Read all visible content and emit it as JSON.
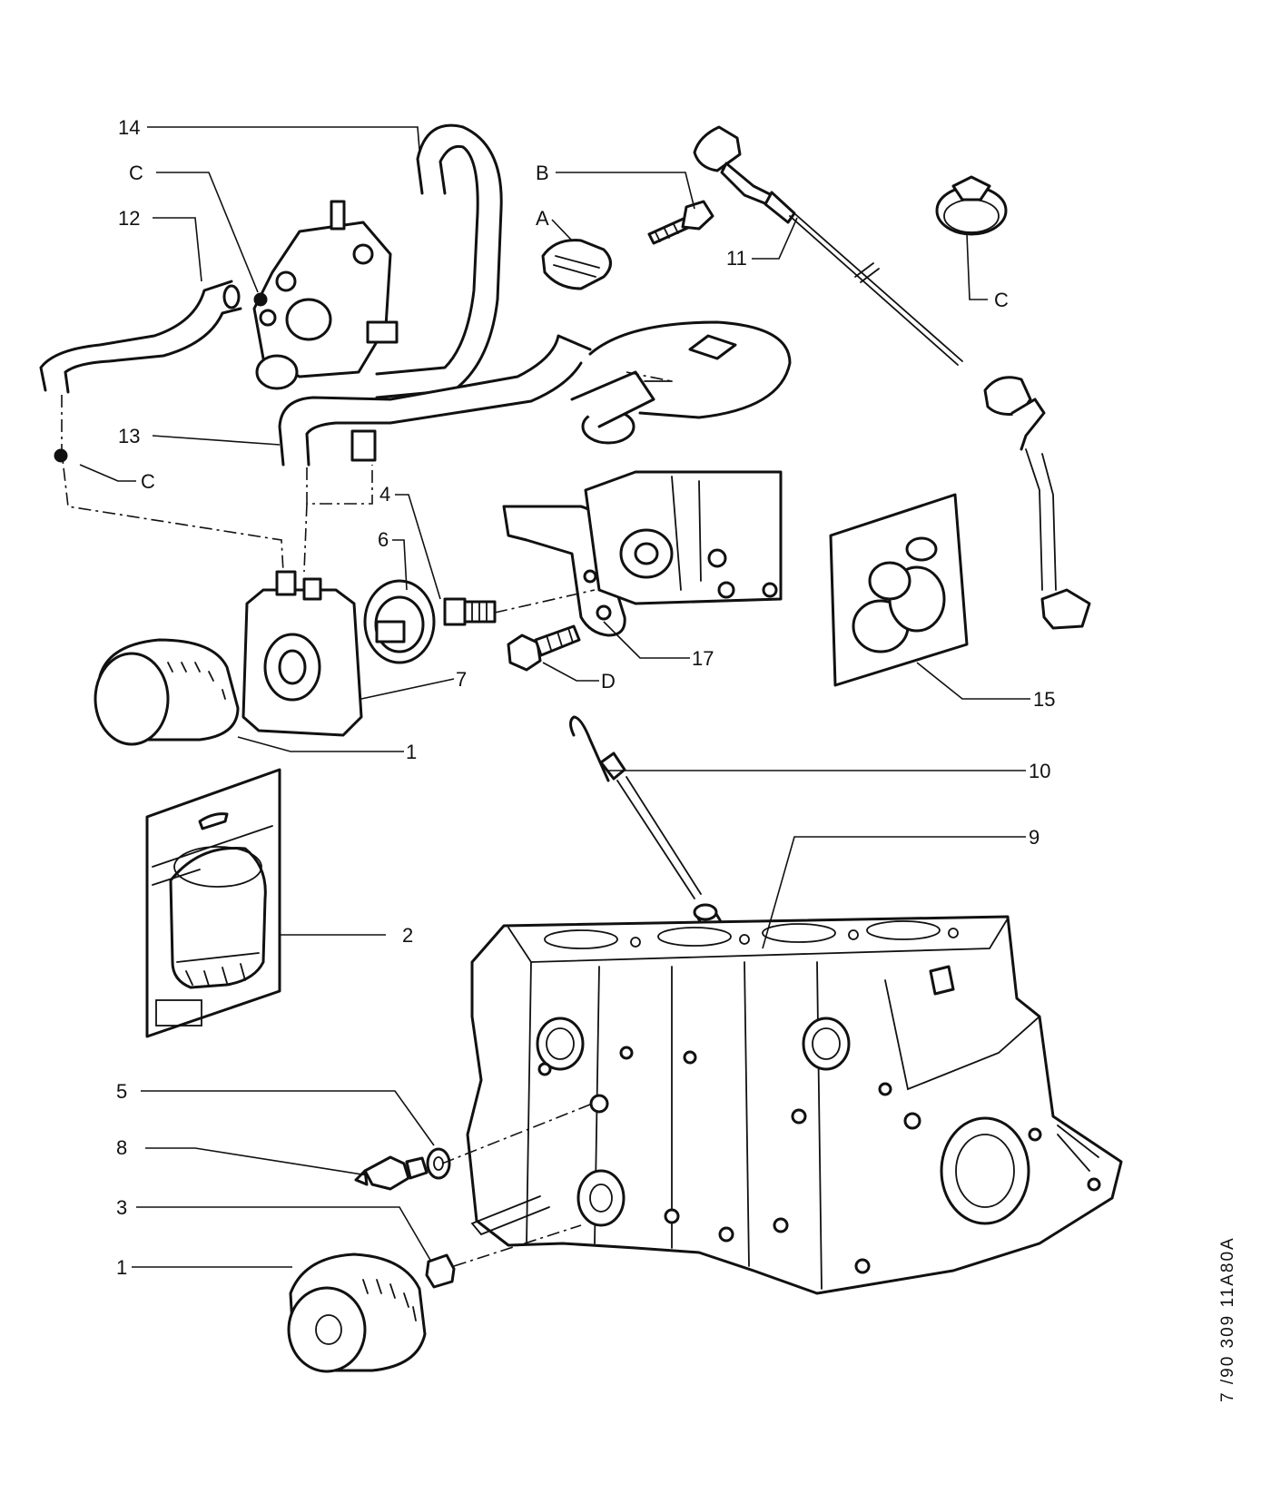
{
  "callouts": {
    "c1_top": "1",
    "c1_bottom": "1",
    "c2": "2",
    "c3": "3",
    "c4": "4",
    "c5": "5",
    "c6": "6",
    "c7": "7",
    "c8": "8",
    "c9": "9",
    "c10": "10",
    "c11": "11",
    "c12": "12",
    "c13": "13",
    "c14": "14",
    "c15": "15",
    "c17": "17",
    "cA": "A",
    "cB": "B",
    "cC_top": "C",
    "cC_mid": "C",
    "cC_right": "C",
    "cD": "D"
  },
  "reference_code": "7 /90  309  11A80A"
}
